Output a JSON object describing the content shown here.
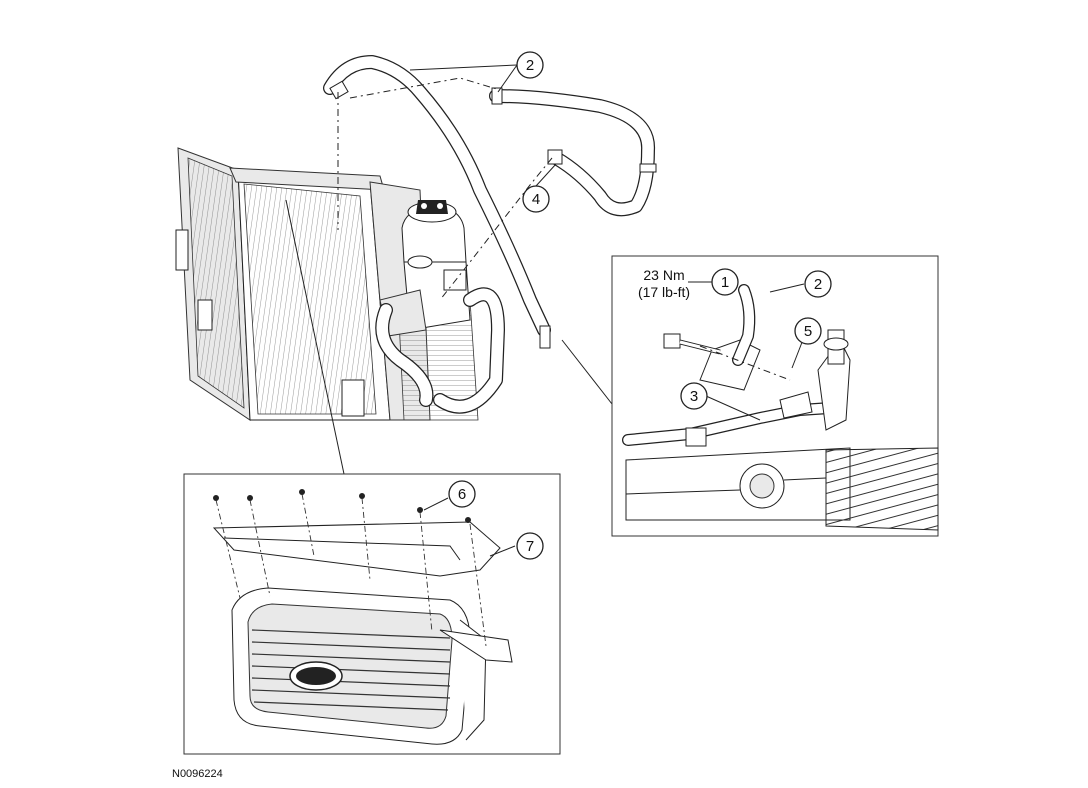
{
  "diagram": {
    "figure_id": "N0096224",
    "torque_spec": {
      "metric": "23 Nm",
      "imperial": "(17 lb-ft)"
    },
    "callouts": [
      "1",
      "2",
      "3",
      "4",
      "5",
      "6",
      "7"
    ]
  }
}
